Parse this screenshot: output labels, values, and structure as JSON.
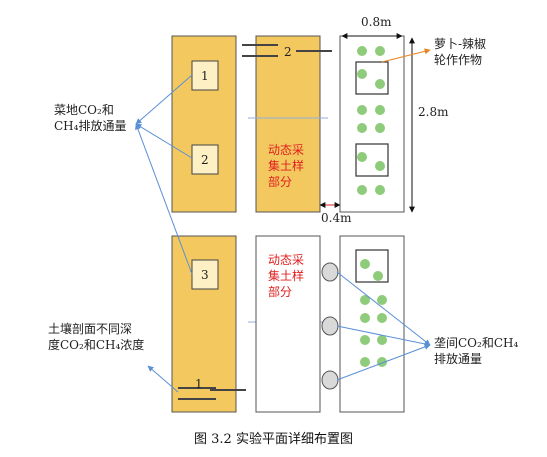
{
  "diagram": {
    "top_section": {
      "zone_labels": [
        "1",
        "2"
      ],
      "dynamic_label": [
        "动态采",
        "集土样",
        "部分"
      ],
      "sensor_label": "2"
    },
    "bottom_section": {
      "zone_labels": [
        "3"
      ],
      "dynamic_label": [
        "动态采",
        "集土样",
        "部分"
      ],
      "sensor_label": "1"
    },
    "dimensions": {
      "width": "0.8m",
      "height": "2.8m",
      "gap": "0.4m"
    },
    "annotations": {
      "crop_rotation": [
        "萝卜-辣椒",
        "轮作作物"
      ],
      "field_flux": [
        "菜地CO₂和",
        "CH₄排放通量"
      ],
      "soil_profile": [
        "土壤剖面不同深",
        "度CO₂和CH₄浓度"
      ],
      "plant_flux": [
        "垄间CO₂和CH₄",
        "排放通量"
      ]
    },
    "caption": "图 3.2  实验平面详细布置图"
  }
}
